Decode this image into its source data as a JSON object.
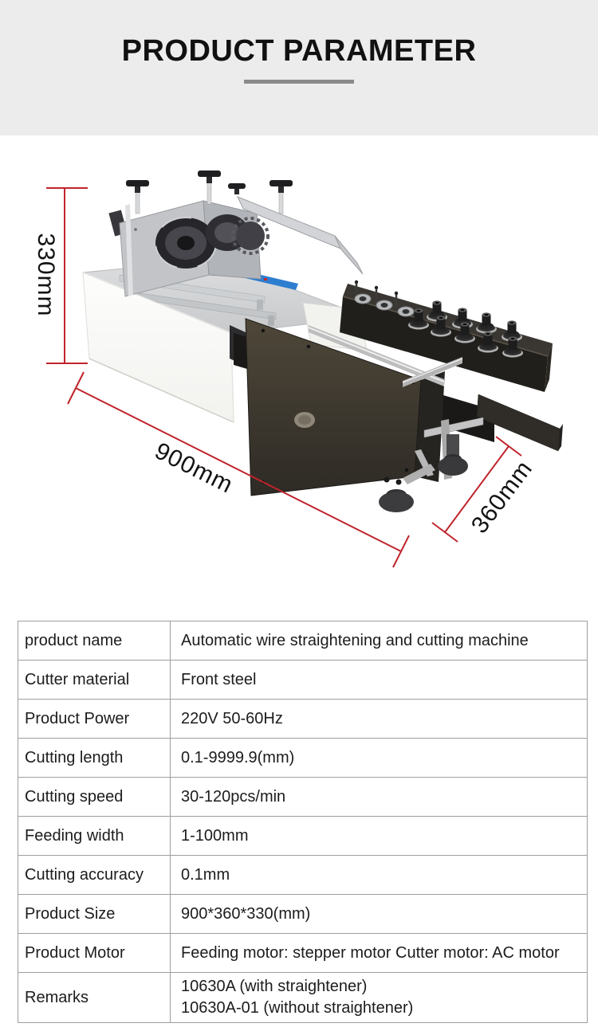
{
  "page": {
    "title": "PRODUCT PARAMETER"
  },
  "figure": {
    "alt": "Automatic wire straightening and cutting machine",
    "dim_height": "330mm",
    "dim_length": "900mm",
    "dim_depth": "360mm"
  },
  "colors": {
    "header_bg": "#ececec",
    "title_text": "#111111",
    "title_underline": "#8a8a8a",
    "dimension_red": "#c0242c",
    "table_border": "#9e9e9e",
    "table_text": "#1c1c1c",
    "machine_blue": "#2e7ed0"
  },
  "table": {
    "rows": [
      {
        "label": "product name",
        "value": "Automatic wire straightening and cutting machine"
      },
      {
        "label": "Cutter material",
        "value": "Front steel"
      },
      {
        "label": "Product Power",
        "value": "220V 50-60Hz"
      },
      {
        "label": "Cutting length",
        "value": "0.1-9999.9(mm)"
      },
      {
        "label": "Cutting speed",
        "value": "30-120pcs/min"
      },
      {
        "label": "Feeding width",
        "value": "1-100mm"
      },
      {
        "label": "Cutting accuracy",
        "value": "0.1mm"
      },
      {
        "label": "Product Size",
        "value": "900*360*330(mm)"
      },
      {
        "label": "Product Motor",
        "value": "Feeding motor: stepper motor Cutter motor: AC motor"
      },
      {
        "label": "Remarks",
        "value_lines": [
          "10630A (with straightener)",
          "10630A-01 (without straightener)"
        ]
      }
    ]
  }
}
